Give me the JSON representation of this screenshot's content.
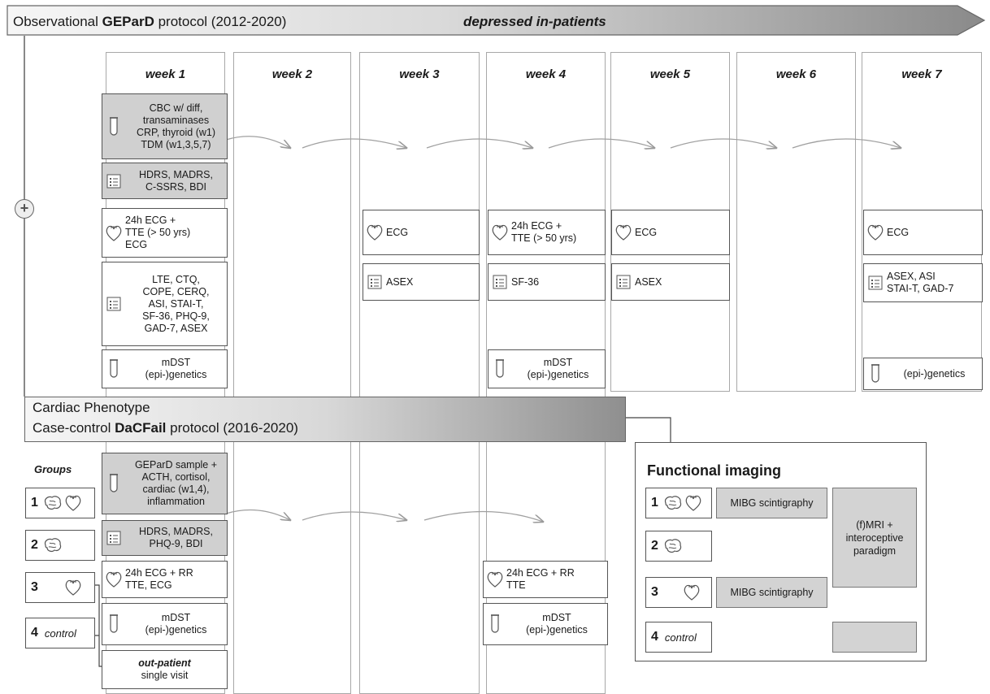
{
  "banner_top": {
    "prefix": "Observational ",
    "bold": "GEParD",
    "suffix": " protocol (2012-2020)",
    "right": "depressed in-patients"
  },
  "weeks": [
    "week 1",
    "week 2",
    "week 3",
    "week 4",
    "week 5",
    "week 6",
    "week 7"
  ],
  "geopard": {
    "blood_w1": "CBC w/ diff,\ntransaminases\nCRP, thyroid (w1)\nTDM (w1,3,5,7)",
    "scales_w1": "HDRS, MADRS,\nC-SSRS, BDI",
    "cardio_w1": "24h ECG +\nTTE (> 50 yrs)\nECG",
    "quest_w1": "LTE, CTQ,\nCOPE, CERQ,\nASI, STAI-T,\nSF-36, PHQ-9,\nGAD-7, ASEX",
    "mdst_w1": "mDST\n(epi-)genetics",
    "ecg_w3": "ECG",
    "asex_w3": "ASEX",
    "cardio_w4": "24h ECG +\nTTE (> 50 yrs)",
    "sf36_w4": "SF-36",
    "mdst_w4": "mDST\n(epi-)genetics",
    "ecg_w5": "ECG",
    "asex_w5": "ASEX",
    "ecg_w7": "ECG",
    "quest_w7": "ASEX, ASI\nSTAI-T, GAD-7",
    "gen_w7": "(epi-)genetics",
    "plus": "+"
  },
  "banner_mid": {
    "line1": "Cardiac Phenotype",
    "prefix": "Case-control ",
    "bold": "DaCFail",
    "suffix": " protocol (2016-2020)"
  },
  "groups": {
    "title": "Groups",
    "items": [
      {
        "num": "1",
        "label": ""
      },
      {
        "num": "2",
        "label": ""
      },
      {
        "num": "3",
        "label": ""
      },
      {
        "num": "4",
        "label": "control"
      }
    ]
  },
  "dacfail": {
    "blood_w1": "GEParD sample +\nACTH, cortisol,\ncardiac (w1,4),\ninflammation",
    "scales_w1": "HDRS, MADRS,\nPHQ-9, BDI",
    "cardio_w1": "24h ECG + RR\nTTE, ECG",
    "mdst_w1": "mDST\n(epi-)genetics",
    "outpatient_bold": "out-patient",
    "outpatient": "single visit",
    "cardio_w4": "24h ECG + RR\nTTE",
    "mdst_w4": "mDST\n(epi-)genetics"
  },
  "functional": {
    "title": "Functional imaging",
    "groups": [
      {
        "num": "1",
        "label": ""
      },
      {
        "num": "2",
        "label": ""
      },
      {
        "num": "3",
        "label": ""
      },
      {
        "num": "4",
        "label": "control"
      }
    ],
    "mibg1": "MIBG scintigraphy",
    "mibg3": "MIBG scintigraphy",
    "fmri": "(f)MRI +\ninteroceptive\nparadigm",
    "empty": ""
  },
  "colors": {
    "gray_box": "#d0d0d0",
    "border": "#555555",
    "banner_light": "#f4f4f4",
    "banner_dark": "#8a8a8a"
  },
  "icons": [
    "tube-icon",
    "checklist-icon",
    "heart-icon",
    "brain-icon"
  ]
}
